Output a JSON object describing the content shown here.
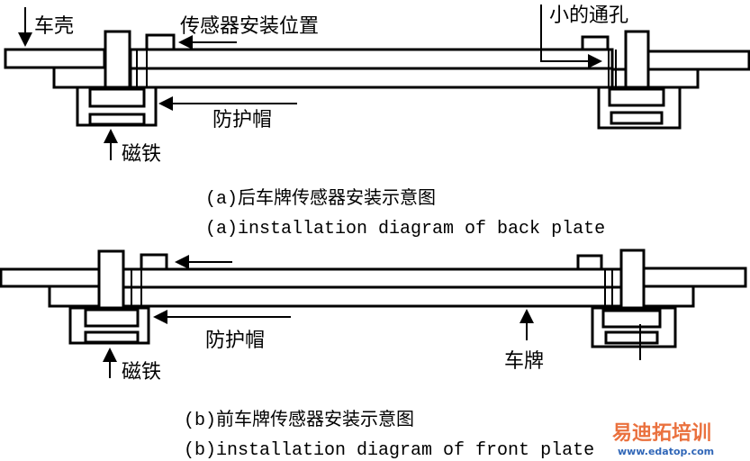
{
  "diagram_a": {
    "labels": {
      "shell": "车壳",
      "sensor_position": "传感器安装位置",
      "small_hole": "小的通孔",
      "cap": "防护帽",
      "magnet": "磁铁"
    },
    "caption_cn": "(a)后车牌传感器安装示意图",
    "caption_en": "(a)installation diagram of back plate"
  },
  "diagram_b": {
    "labels": {
      "cap": "防护帽",
      "magnet": "磁铁",
      "plate": "车牌"
    },
    "caption_cn": "(b)前车牌传感器安装示意图",
    "caption_en": "(b)installation diagram of front plate"
  },
  "watermark": {
    "brand": "易迪拓培训",
    "url": "www.edatop.com"
  }
}
